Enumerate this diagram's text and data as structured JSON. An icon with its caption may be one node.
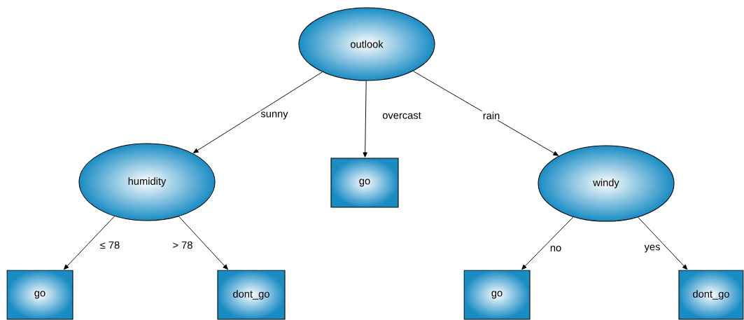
{
  "diagram": {
    "nodes": [
      {
        "text": [
          "outlook"
        ]
      },
      {
        "text": [
          "humidity"
        ]
      },
      {
        "text": [
          "go"
        ]
      },
      {
        "text": [
          "windy"
        ]
      },
      {
        "text": [
          "go"
        ]
      },
      {
        "text": [
          "dont_go"
        ]
      },
      {
        "text": [
          "go"
        ]
      },
      {
        "text": [
          "dont_go"
        ]
      }
    ],
    "edges": [
      {
        "from": 0,
        "to": 1,
        "arrow": "to",
        "label": "sunny"
      },
      {
        "from": 0,
        "to": 2,
        "arrow": "to",
        "label": "overcast"
      },
      {
        "from": 0,
        "to": 3,
        "arrow": "to",
        "label": "rain"
      },
      {
        "from": 1,
        "to": 4,
        "arrow": "to",
        "label": "≤ 78"
      },
      {
        "from": 1,
        "to": 5,
        "arrow": "to",
        "label": "> 78"
      },
      {
        "from": 3,
        "to": 6,
        "arrow": "to",
        "label": "no"
      },
      {
        "from": 3,
        "to": 7,
        "arrow": "to",
        "label": "yes"
      }
    ]
  }
}
